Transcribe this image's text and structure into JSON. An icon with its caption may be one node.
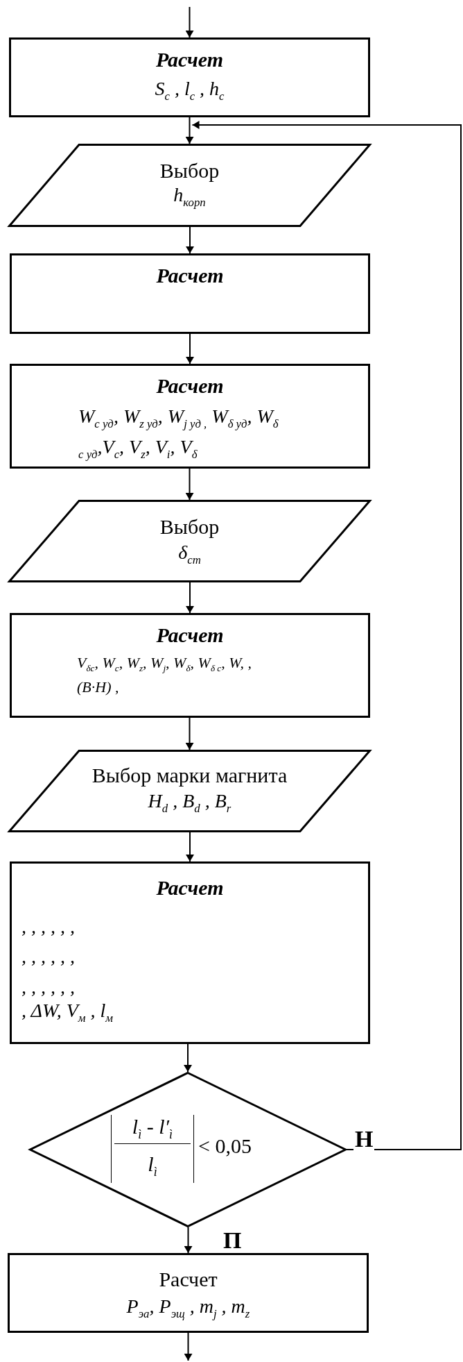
{
  "diagram": {
    "nodes": [
      {
        "text": [
          "Расчет",
          "S$_{c}$ , l$_{c}$ , h$_{c}$"
        ]
      },
      {
        "text": [
          "Выбор",
          "h$_{корп}$"
        ]
      },
      {
        "text": [
          "Расчет"
        ]
      },
      {
        "text": [
          "Расчет",
          "W$_{c уд}$, W$_{z уд}$, W$_{j уд ,}$ W$_{δ уд}$, W$_{δ c уд}$,V$_{c}$, V$_{z}$, V$_{i}$, V$_{δ}$"
        ]
      },
      {
        "text": [
          "Выбор",
          "δ$_{ст}$"
        ]
      },
      {
        "text": [
          "Расчет",
          "V$_{δc}$, W$_{c}$, W$_{z}$, W$_{j}$, W$_{δ}$, W$_{δ c}$, W, , (B·H) ,"
        ]
      },
      {
        "text": [
          "Выбор марки магнита",
          "H$_{d}$ , B$_{d}$ , B$_{r}$"
        ]
      },
      {
        "text": [
          "Расчет",
          ", , , , , ,",
          ", , , , , ,",
          ", , , , , ,",
          ", ΔW, V$_{м}$ , l$_{м}$"
        ]
      },
      {
        "text": [
          "l$_{ì}$ - l′$_{ì}$",
          "l$_{ì}$",
          "< 0,05"
        ]
      },
      {
        "text": [
          "Расчет",
          "P$_{эа}$, P$_{эщ}$ , m$_{j}$ , m$_{z}$"
        ]
      }
    ],
    "edges": [
      {
        "from": null,
        "to": 0,
        "arrow": "to"
      },
      {
        "from": 0,
        "to": 1,
        "arrow": "to"
      },
      {
        "from": 1,
        "to": 2,
        "arrow": "to"
      },
      {
        "from": 2,
        "to": 3,
        "arrow": "to"
      },
      {
        "from": 3,
        "to": 4,
        "arrow": "to"
      },
      {
        "from": 4,
        "to": 5,
        "arrow": "to"
      },
      {
        "from": 5,
        "to": 6,
        "arrow": "to"
      },
      {
        "from": 6,
        "to": 7,
        "arrow": "to"
      },
      {
        "from": 7,
        "to": 8,
        "arrow": "to"
      },
      {
        "from": 8,
        "to": 1,
        "arrow": "to",
        "label": "Н"
      },
      {
        "from": 8,
        "to": 9,
        "arrow": "to",
        "label": "П"
      },
      {
        "from": 9,
        "to": null,
        "arrow": "to"
      }
    ]
  }
}
